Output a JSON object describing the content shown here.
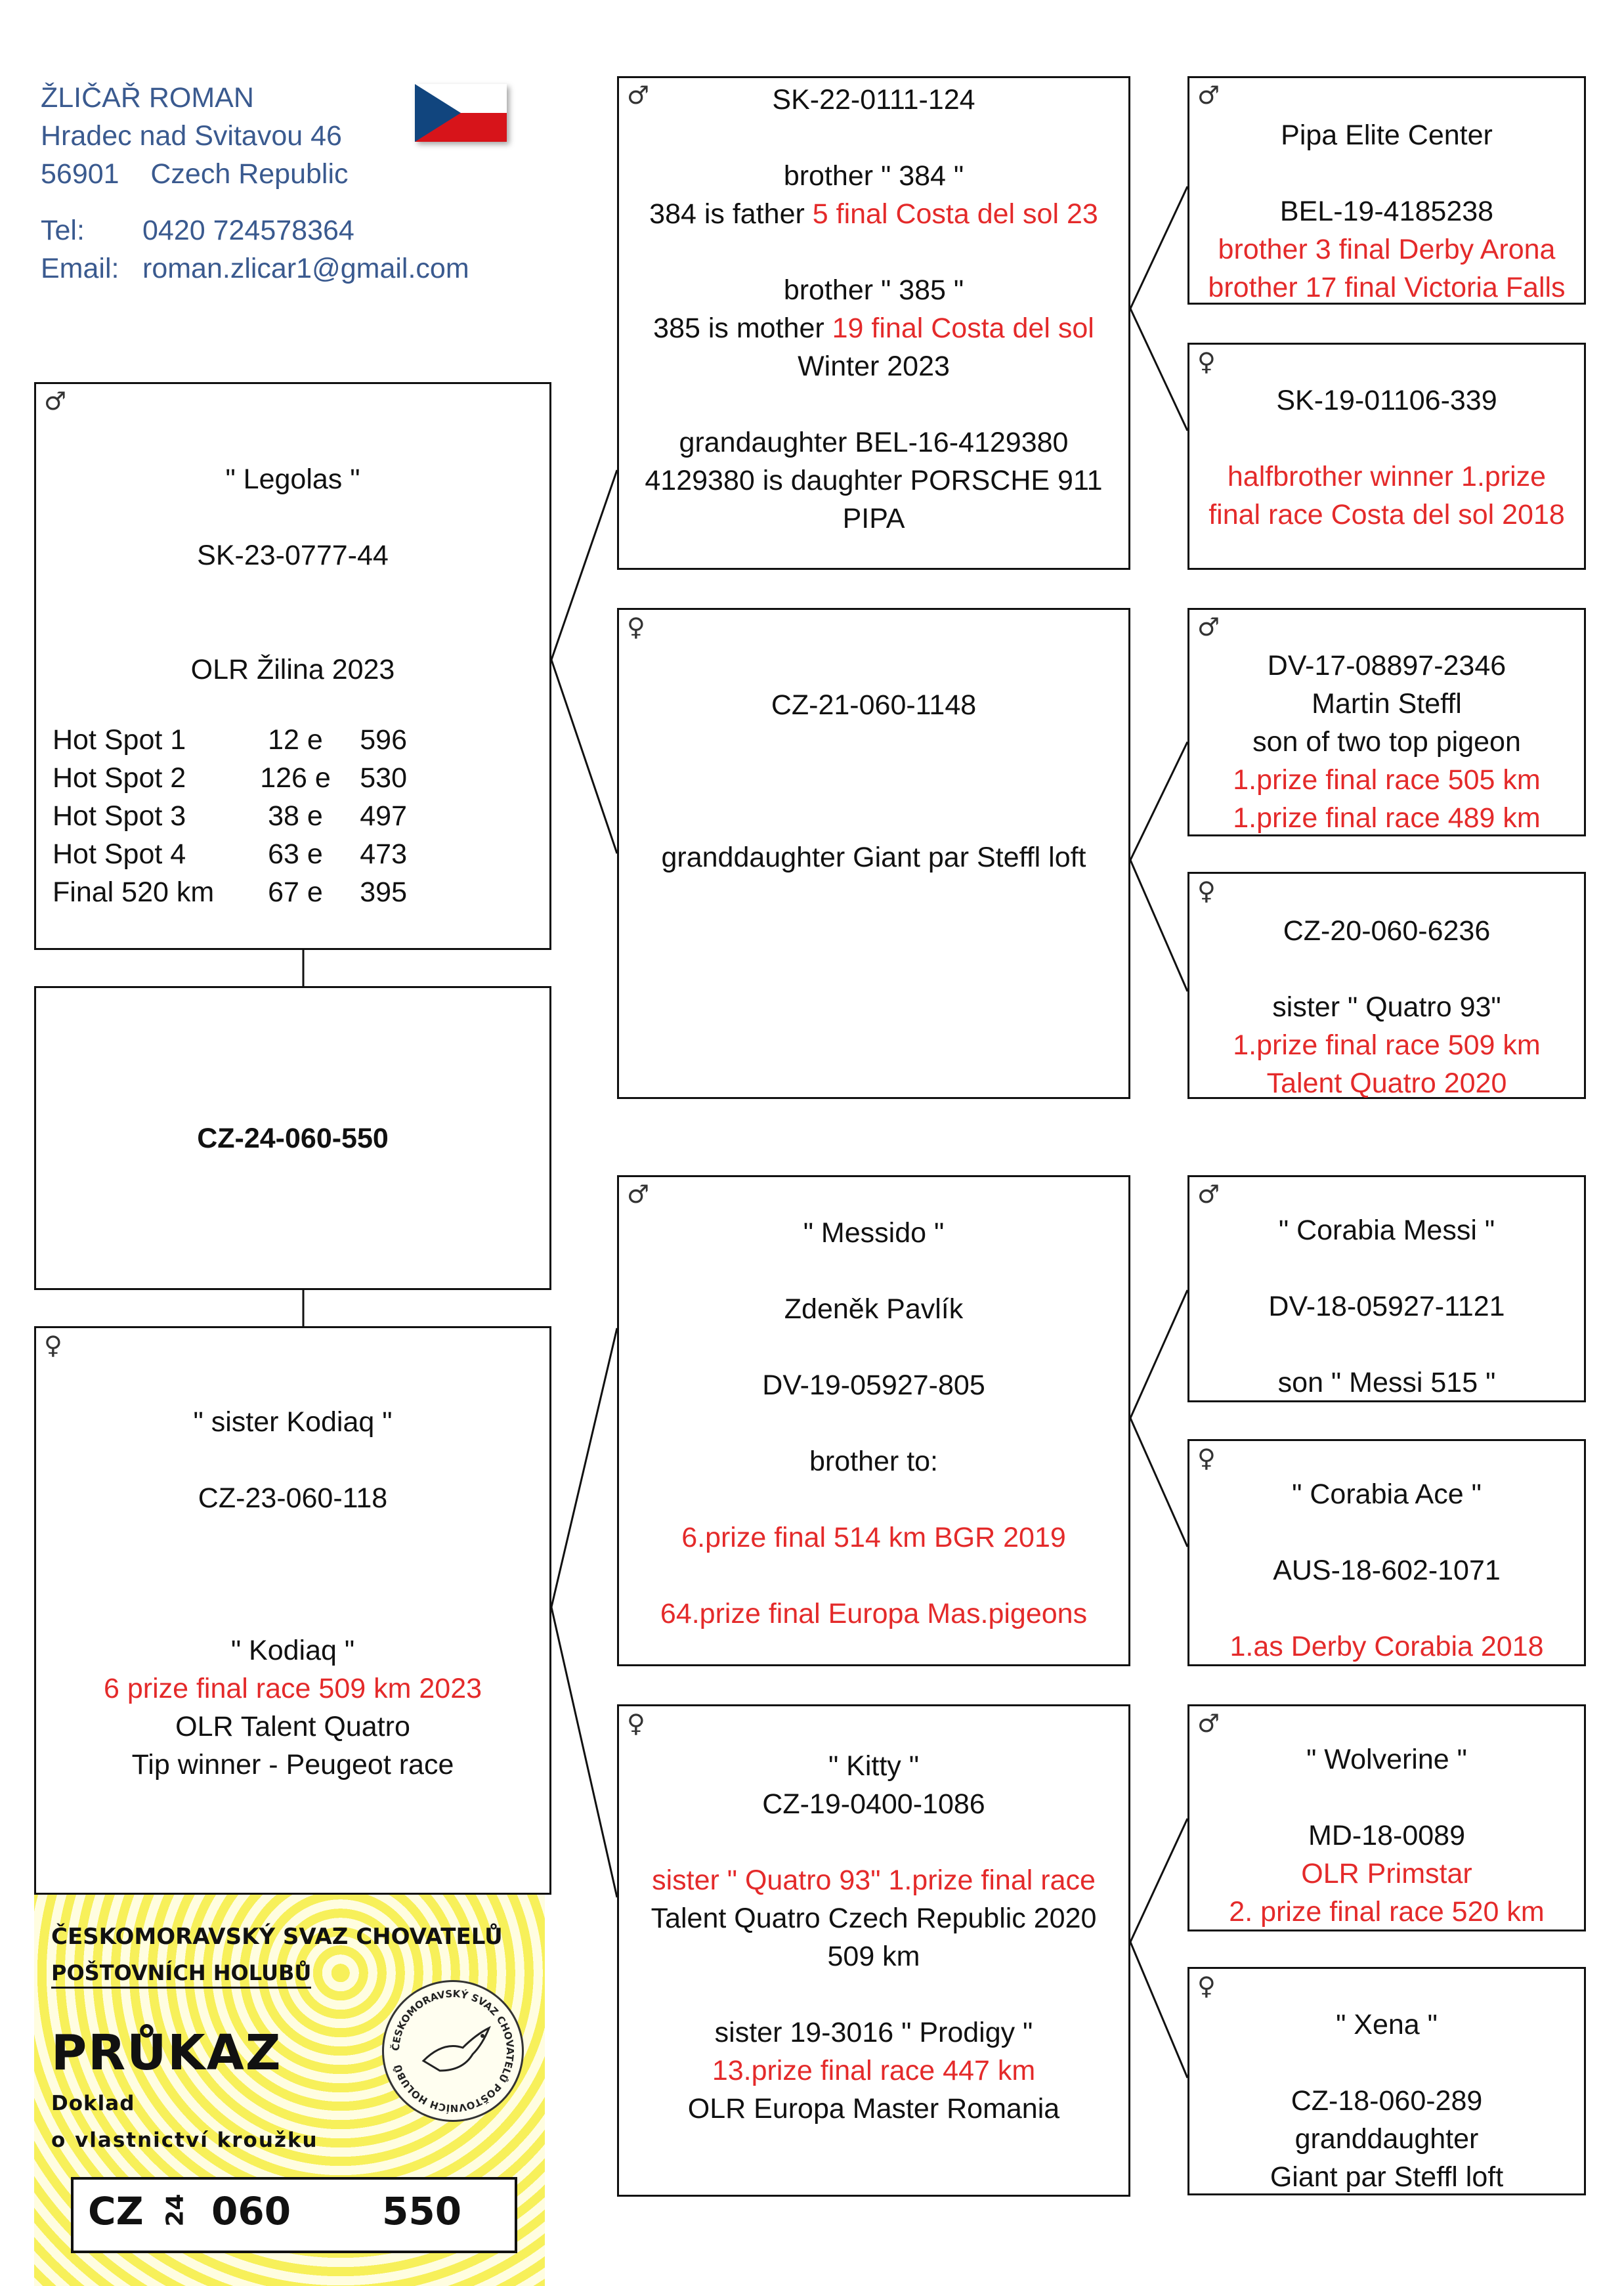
{
  "owner": {
    "name": "ŽLIČAŘ ROMAN",
    "street": "Hradec nad Svitavou 46",
    "city_line": "56901    Czech Republic",
    "tel_label": "Tel:",
    "tel_value": "0420 724578364",
    "email_label": "Email:",
    "email_value": "roman.zlicar1@gmail.com",
    "flag_colors": {
      "top": "#ffffff",
      "bottom": "#d7141a",
      "triangle": "#11457e"
    }
  },
  "subject": {
    "ring": "CZ-24-060-550"
  },
  "sire": {
    "sex": "♂",
    "name": "\" Legolas \"",
    "ring": "SK-23-0777-44",
    "event": "OLR Žilina 2023",
    "results": [
      {
        "race": "Hot Spot 1",
        "place": "12 e",
        "points": "596"
      },
      {
        "race": "Hot Spot 2",
        "place": "126 e",
        "points": "530"
      },
      {
        "race": "Hot Spot 3",
        "place": "38 e",
        "points": "497"
      },
      {
        "race": "Hot Spot 4",
        "place": "63 e",
        "points": "473"
      },
      {
        "race": "Final 520 km",
        "place": "67 e",
        "points": "395"
      }
    ]
  },
  "dam": {
    "sex": "♀",
    "name": "\" sister Kodiaq \"",
    "ring": "CZ-23-060-118",
    "sibling_name": "\" Kodiaq \"",
    "sibling_result": "6 prize final race 509 km 2023",
    "sibling_event": "OLR Talent Quatro",
    "sibling_note": "Tip winner - Peugeot race"
  },
  "gp1": {
    "sex": "♂",
    "ring": "SK-22-0111-124",
    "l1": "brother \" 384 \"",
    "l2a": "384 is father ",
    "l2b": "5 final Costa del sol  23",
    "l3": "brother \" 385 \"",
    "l4a": "385 is mother ",
    "l4b": "19 final Costa del sol",
    "l5": "Winter 2023",
    "l6": "grandaughter BEL-16-4129380",
    "l7": "4129380 is daughter PORSCHE 911",
    "l8": "PIPA"
  },
  "gp2": {
    "sex": "♀",
    "ring": "CZ-21-060-1148",
    "note": "granddaughter  Giant par  Steffl loft"
  },
  "gp3": {
    "sex": "♂",
    "name": "\" Messido \"",
    "breeder": "Zdeněk Pavlík",
    "ring": "DV-19-05927-805",
    "l1": "brother to:",
    "l2": "6.prize final 514 km   BGR 2019",
    "l3": "64.prize  final Europa Mas.pigeons"
  },
  "gp4": {
    "sex": "♀",
    "name": "\" Kitty \"",
    "ring": "CZ-19-0400-1086",
    "l1": "sister \" Quatro 93\" 1.prize final race",
    "l2": "Talent Quatro Czech Republic 2020",
    "l3": "509 km",
    "l4": "sister 19-3016  \" Prodigy \"",
    "l5": "13.prize final race 447 km",
    "l6": "OLR  Europa Master Romania"
  },
  "ggp1": {
    "sex": "♂",
    "name": "Pipa Elite Center",
    "ring": "BEL-19-4185238",
    "l1": "brother  3 final Derby Arona",
    "l2": "brother 17 final Victoria Falls"
  },
  "ggp2": {
    "sex": "♀",
    "ring": "SK-19-01106-339",
    "l1": "halfbrother winner 1.prize",
    "l2": "final race Costa del sol 2018"
  },
  "ggp3": {
    "sex": "♂",
    "ring": "DV-17-08897-2346",
    "breeder": "Martin Steffl",
    "l1": "son of two top pigeon",
    "l2": "1.prize final race 505 km",
    "l3": "1.prize final race 489 km"
  },
  "ggp4": {
    "sex": "♀",
    "ring": "CZ-20-060-6236",
    "l1": "sister  \" Quatro 93\"",
    "l2": "1.prize final race 509 km",
    "l3": "Talent Quatro 2020"
  },
  "ggp5": {
    "sex": "♂",
    "name": "\" Corabia Messi \"",
    "ring": "DV-18-05927-1121",
    "l1": "son \" Messi 515  \""
  },
  "ggp6": {
    "sex": "♀",
    "name": "\"  Corabia Ace \"",
    "ring": "AUS-18-602-1071",
    "l1": "1.as Derby Corabia 2018"
  },
  "ggp7": {
    "sex": "♂",
    "name": "\"  Wolverine  \"",
    "ring": "MD-18-0089",
    "l1": "OLR Primstar",
    "l2": "2. prize final race 520 km"
  },
  "ggp8": {
    "sex": "♀",
    "name": "\" Xena \"",
    "ring": "CZ-18-060-289",
    "l1": "granddaughter",
    "l2": "Giant par Steffl loft"
  },
  "card": {
    "org1": "ČESKOMORAVSKÝ SVAZ CHOVATELŮ",
    "org2": "POŠTOVNÍCH HOLUBŮ",
    "title": "PRŮKAZ",
    "sub1": "Doklad",
    "sub2": "o vlastnictví kroužku",
    "stamp_text": "ČESKOMORAVSKÝ SVAZ CHOVATELŮ POŠTOVNÍCH HOLUBŮ",
    "ring_country": "CZ",
    "ring_year": "24",
    "ring_org": "060",
    "ring_number": "550"
  },
  "colors": {
    "red": "#e42a2a",
    "owner_blue": "#3a5a8f",
    "card_yellow": "#f7f05a"
  }
}
